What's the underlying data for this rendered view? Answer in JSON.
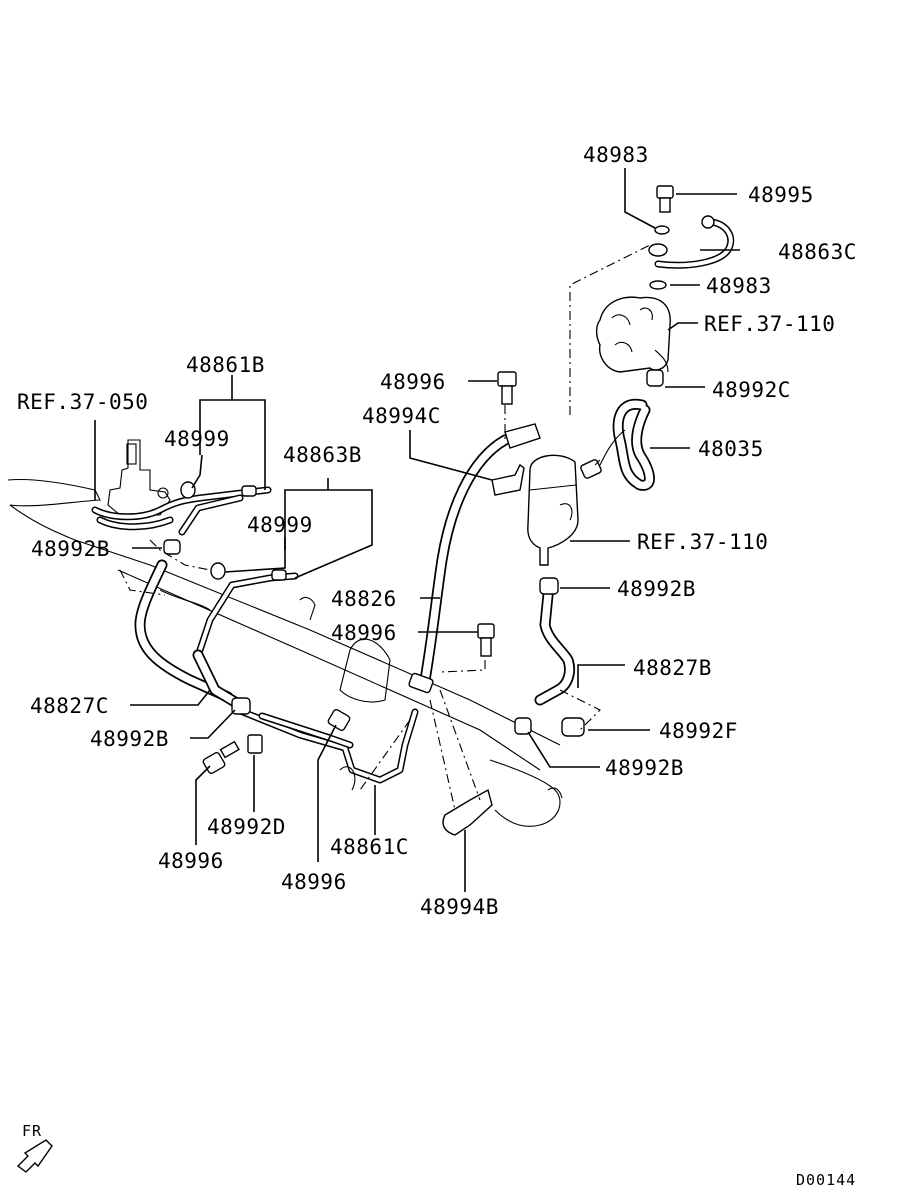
{
  "labels": {
    "p48983_top": "48983",
    "p48995": "48995",
    "p48863C": "48863C",
    "p48983_mid": "48983",
    "ref37110_top": "REF.37-110",
    "p48992C": "48992C",
    "p48035": "48035",
    "ref37110_mid": "REF.37-110",
    "p48992B_right": "48992B",
    "p48827B": "48827B",
    "p48992F": "48992F",
    "p48992B_lower": "48992B",
    "p48996_top": "48996",
    "p48994C": "48994C",
    "p48826": "48826",
    "p48996_mid": "48996",
    "p48861B": "48861B",
    "ref37050": "REF.37-050",
    "p48999_top": "48999",
    "p48863B": "48863B",
    "p48999_mid": "48999",
    "p48992B_left": "48992B",
    "p48827C": "48827C",
    "p48992B_bottom": "48992B",
    "p48996_left": "48996",
    "p48992D": "48992D",
    "p48996_bottom": "48996",
    "p48861C": "48861C",
    "p48994B": "48994B"
  },
  "orientation": {
    "label": "FR",
    "icon": "front-arrow-icon"
  },
  "diagram_code": "D00144"
}
